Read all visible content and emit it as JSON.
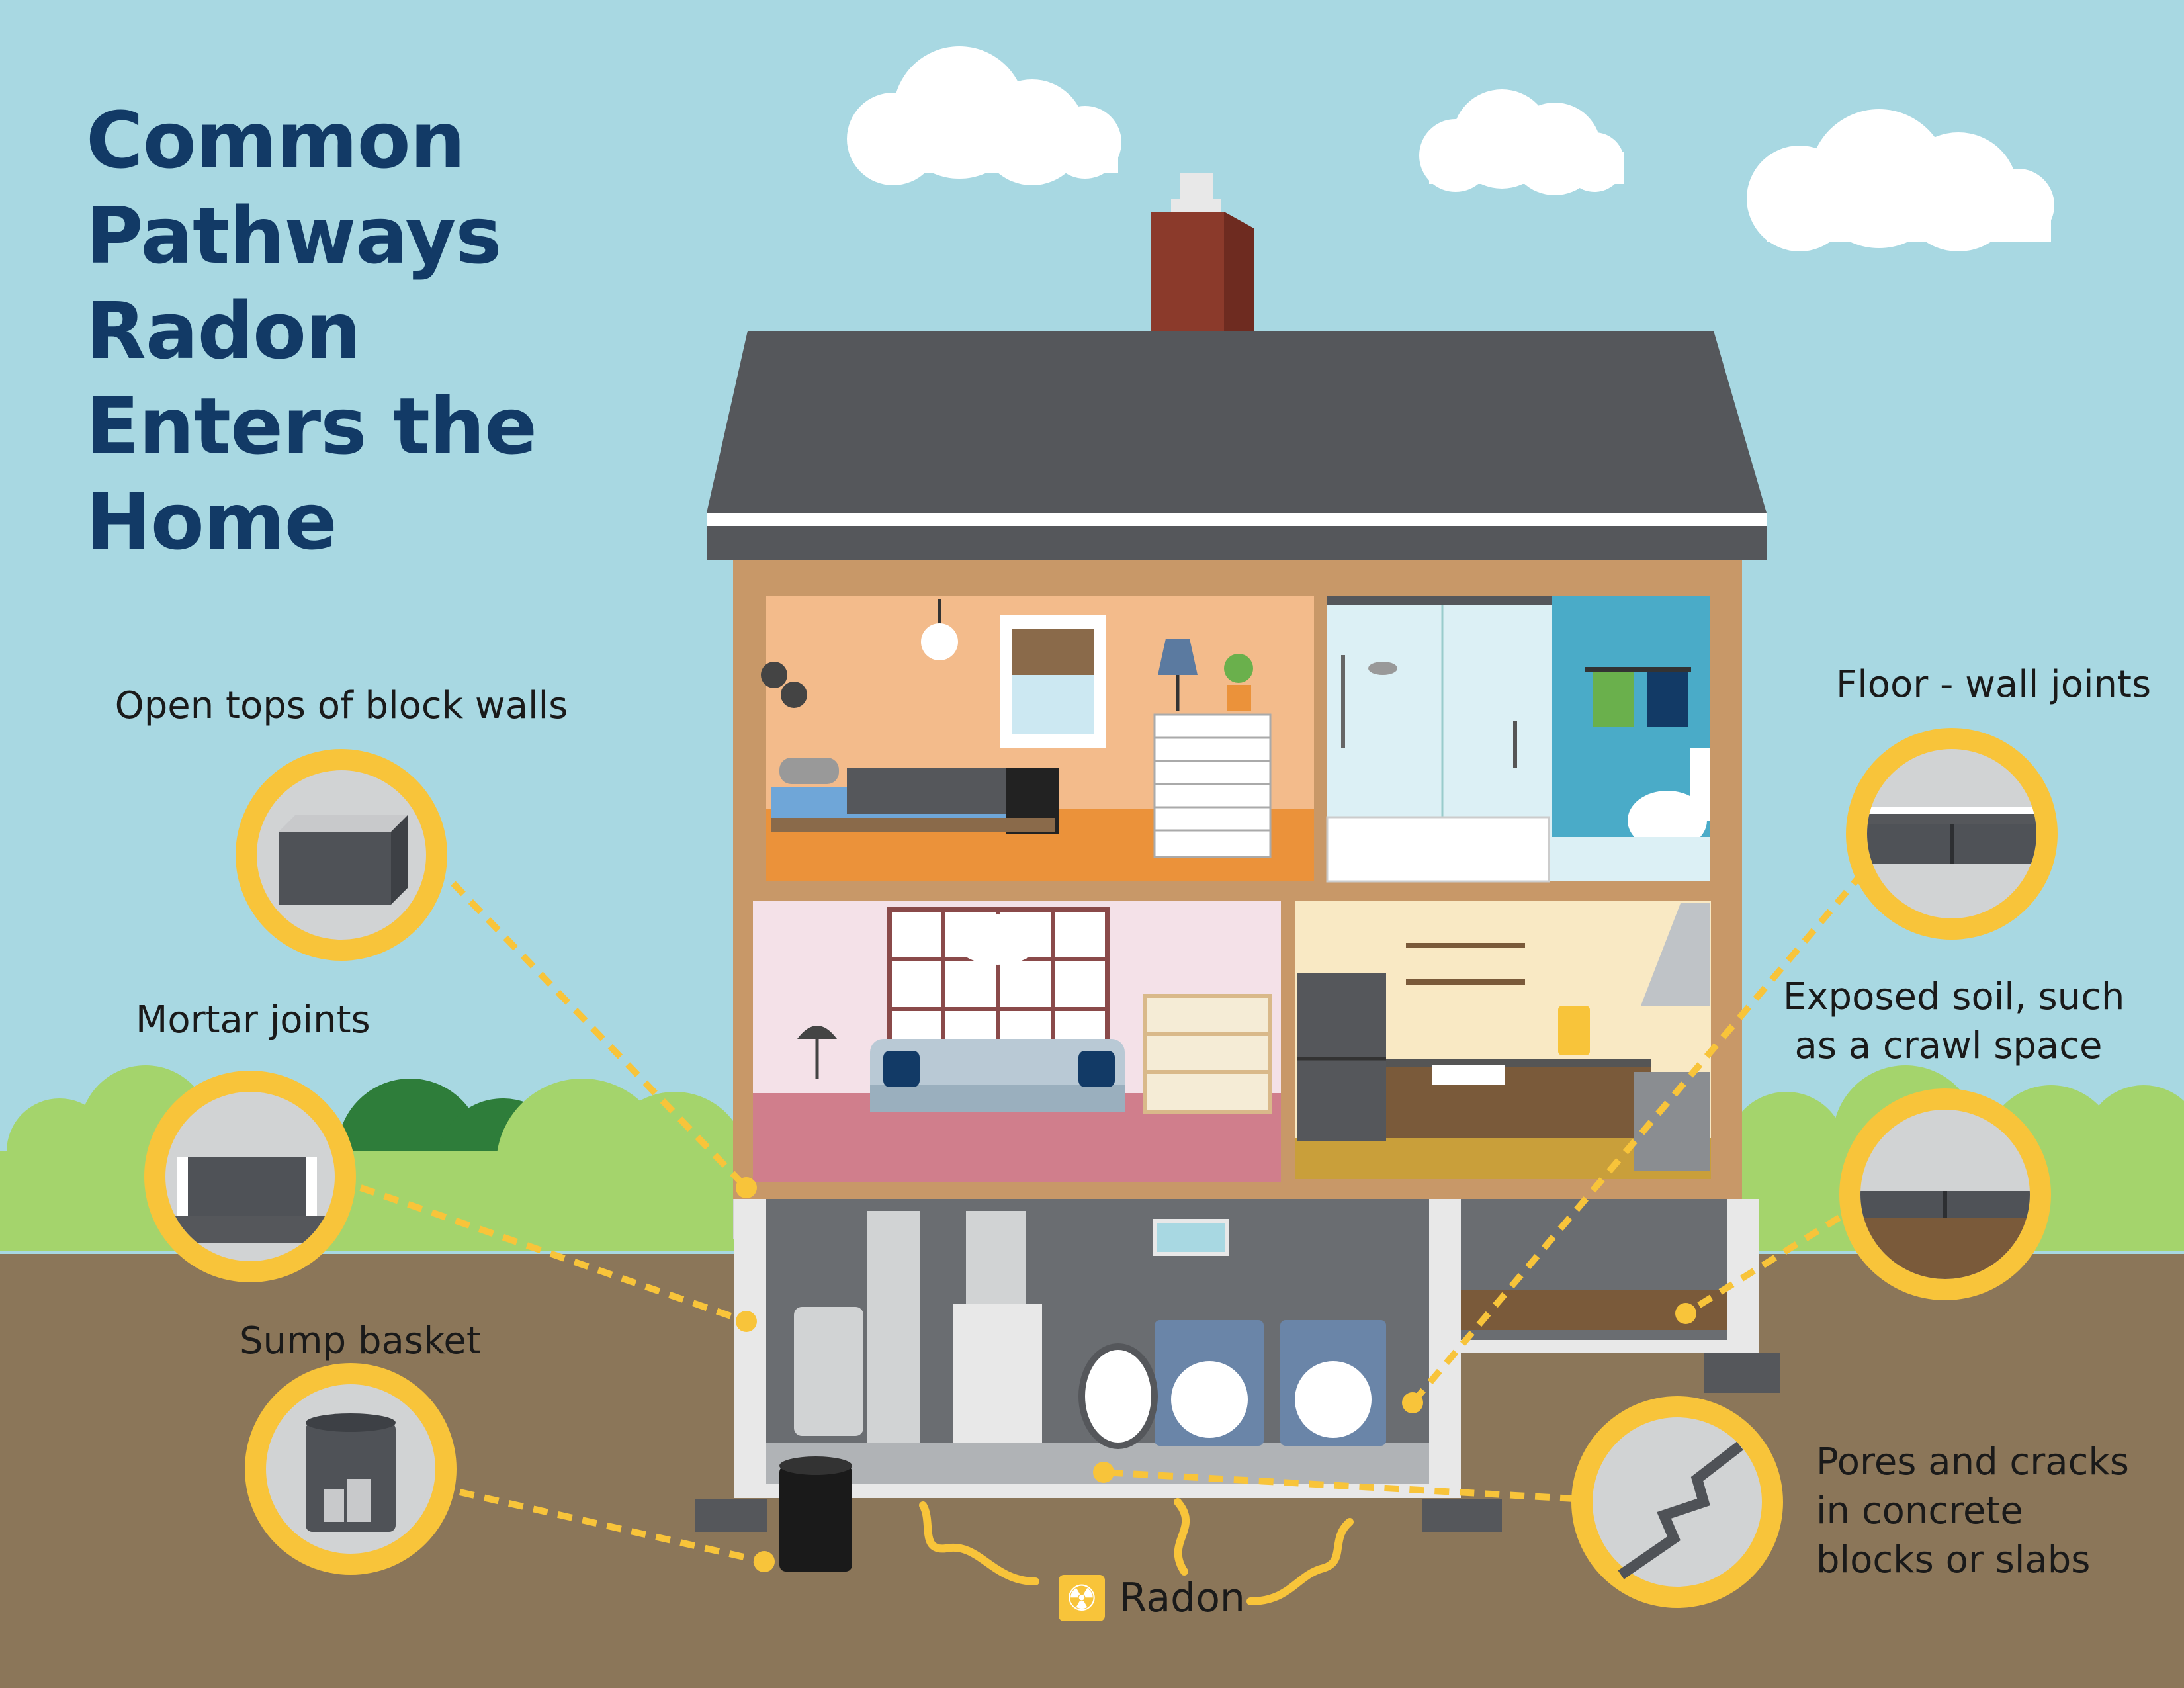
{
  "title": {
    "line1": "Common",
    "line2": "Pathways Radon",
    "line3": "Enters the Home"
  },
  "labels": {
    "open_tops": "Open tops of block walls",
    "mortar": "Mortar joints",
    "sump": "Sump basket",
    "floor_wall": "Floor - wall joints",
    "exposed_soil_line1": "Exposed soil, such",
    "exposed_soil_line2": "as a crawl space",
    "pores_line1": "Pores and cracks",
    "pores_line2": "in concrete",
    "pores_line3": "blocks or slabs"
  },
  "legend": {
    "radon": "Radon",
    "radon_icon": "radiation-icon"
  },
  "colors": {
    "sky": "#a8d8e2",
    "ground": "#8b7659",
    "grass": "#a4d46c",
    "roof": "#55575b",
    "house_frame": "#c89868",
    "callout_ring": "#f8c43a",
    "callout_fill": "#d1d3d4",
    "block": "#4f5257",
    "title": "#123a66",
    "chimney": "#8b3a2b"
  }
}
